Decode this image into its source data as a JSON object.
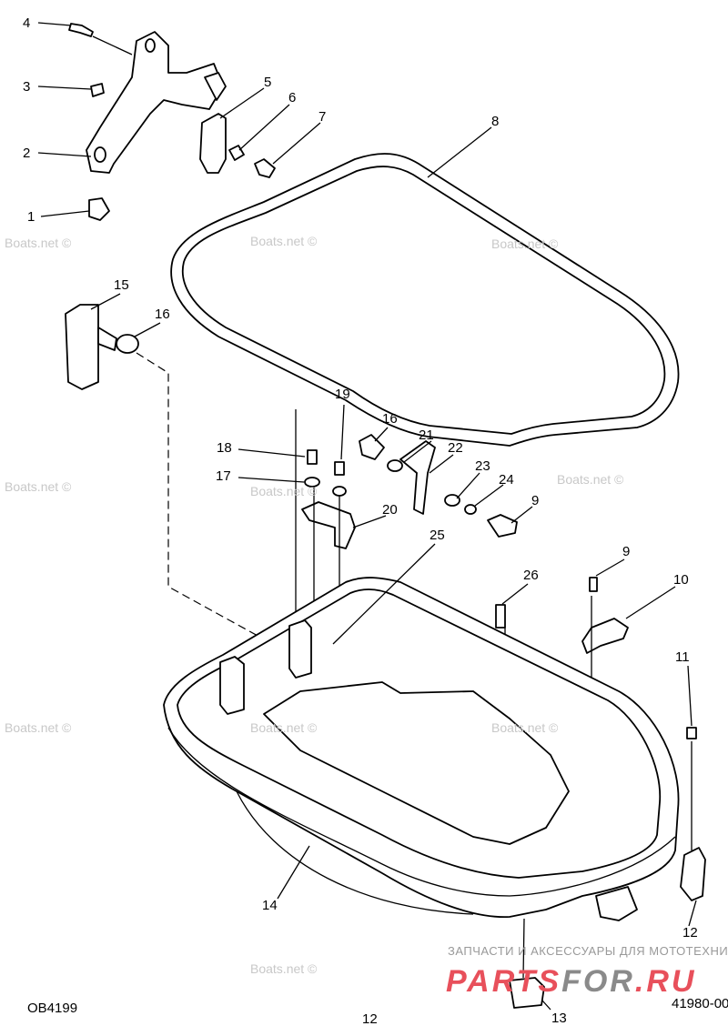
{
  "diagram": {
    "callouts": [
      "4",
      "3",
      "2",
      "1",
      "5",
      "6",
      "7",
      "8",
      "15",
      "16",
      "19",
      "16",
      "18",
      "21",
      "22",
      "17",
      "23",
      "24",
      "20",
      "9",
      "25",
      "26",
      "9",
      "10",
      "11",
      "14",
      "12",
      "13"
    ],
    "footer": {
      "left_code": "OB4199",
      "page": "12",
      "right_code": "41980-00"
    },
    "watermark": "Boats.net ©",
    "overlay": {
      "tagline": "ЗАПЧАСТИ И АКСЕССУАРЫ ДЛЯ МОТОТЕХНИКИ",
      "logo_red": "PARTS",
      "logo_grey": "FOR",
      "logo_red2": ".RU"
    },
    "colors": {
      "logo_red": "#e8505b",
      "logo_grey": "#8a8a8a"
    }
  }
}
